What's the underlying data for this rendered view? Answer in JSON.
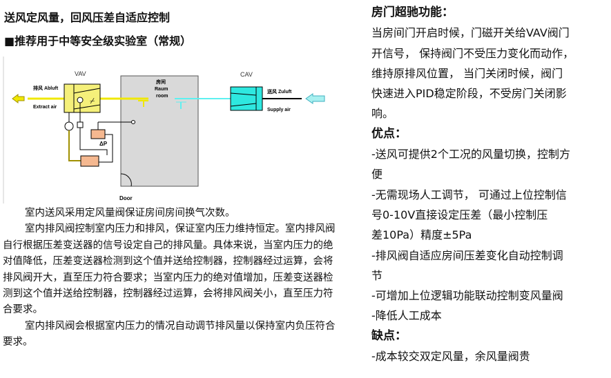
{
  "left": {
    "title1": "送风定风量，回风压差自适应控制",
    "title2": "■推荐用于中等安全级实验室（常规）",
    "diagram": {
      "vav": "VAV",
      "cav": "CAV",
      "exhaust": "排风 Abluft",
      "extract": "Extract air",
      "room_cn": "房间",
      "room_de": "Raum",
      "room_en": "room",
      "supply_cn": "送风 Zuluft",
      "supply_en": "Supply air",
      "dp": "ΔP",
      "door": "Door"
    },
    "paragraphs": [
      "室内送风采用定风量阀保证房间房间换气次数。",
      "室内排风阀控制室内压力和排风，保证室内压力维持恒定。室内排风阀自行根据压差变送器的信号设定自己的排风量。具体来说，当室内压力的绝对值降低，压差变送器检测到这个值并送给控制器，控制器经过运算，会将排风阀开大，直至压力符合要求；当室内压力的绝对值增加，压差变送器检测到这个值并送给控制器，控制器经过运算，会将排风阀关小，直至压力符合要求。",
      "室内排风阀会根据室内压力的情况自动调节排风量以保持室内负压符合要求。"
    ]
  },
  "right": {
    "lines": [
      {
        "text": "房门超驰功能：",
        "bold": true
      },
      {
        "text": "当房间门开启时候，门磁开关给VAV阀门"
      },
      {
        "text": "开信号， 保持阀门不受压力变化而动作，"
      },
      {
        "text": "维持原排风位置， 当门关闭时候，阀门"
      },
      {
        "text": "快速进入PID稳定阶段，不受房门关闭影"
      },
      {
        "text": "响。"
      },
      {
        "text": "优点：",
        "bold": true
      },
      {
        "text": "-送风可提供2个工况的风量切换，控制方"
      },
      {
        "text": "便"
      },
      {
        "text": "-无需现场人工调节， 可通过上位控制信"
      },
      {
        "text": "号0-10V直接设定压差（最小控制压"
      },
      {
        "text": "差10Pa）精度±5Pa"
      },
      {
        "text": "-排风阀自适应房间压差变化自动控制调"
      },
      {
        "text": "节"
      },
      {
        "text": "-可增加上位逻辑功能联动控制变风量阀"
      },
      {
        "text": "-降低人工成本"
      },
      {
        "text": "缺点：",
        "bold": true
      },
      {
        "text": "-成本较交双定风量，余风量阀贵"
      }
    ]
  }
}
